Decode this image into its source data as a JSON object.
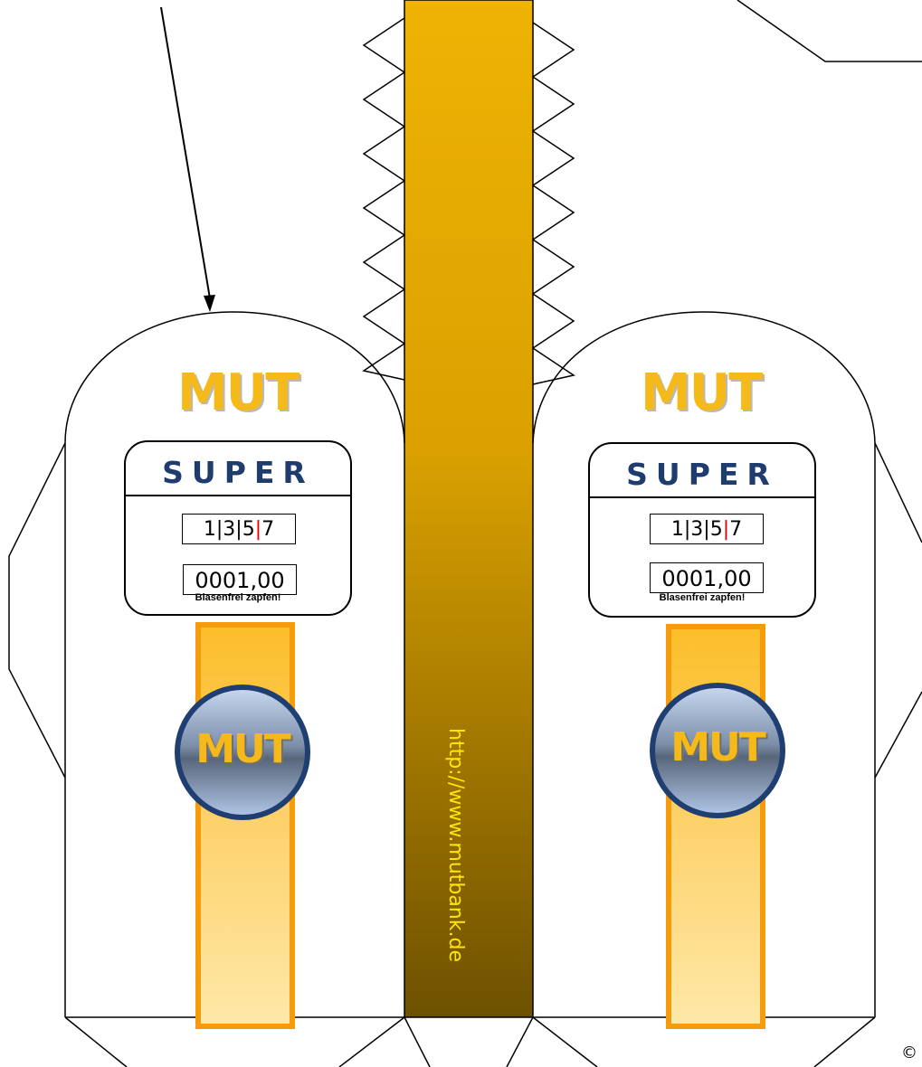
{
  "brand": {
    "logo_text": "MUT",
    "badge_text": "MUT",
    "colors": {
      "gold": "#f6b91a",
      "navy": "#1f3c6e",
      "strip_top": "#efb304",
      "strip_bottom": "#6e5100",
      "url_text": "#ffe600",
      "nozzle_border": "#f59b0c"
    }
  },
  "pumps": [
    {
      "grade": "SUPER",
      "counter_digits": [
        "1",
        "3",
        "5",
        "7"
      ],
      "price": "0001,00",
      "note": "Blasenfrei zapfen!"
    },
    {
      "grade": "SUPER",
      "counter_digits": [
        "1",
        "3",
        "5",
        "7"
      ],
      "price": "0001,00",
      "note": "Blasenfrei zapfen!"
    }
  ],
  "center_strip": {
    "url": "http://www.mutbank.de"
  },
  "copyright": "©"
}
